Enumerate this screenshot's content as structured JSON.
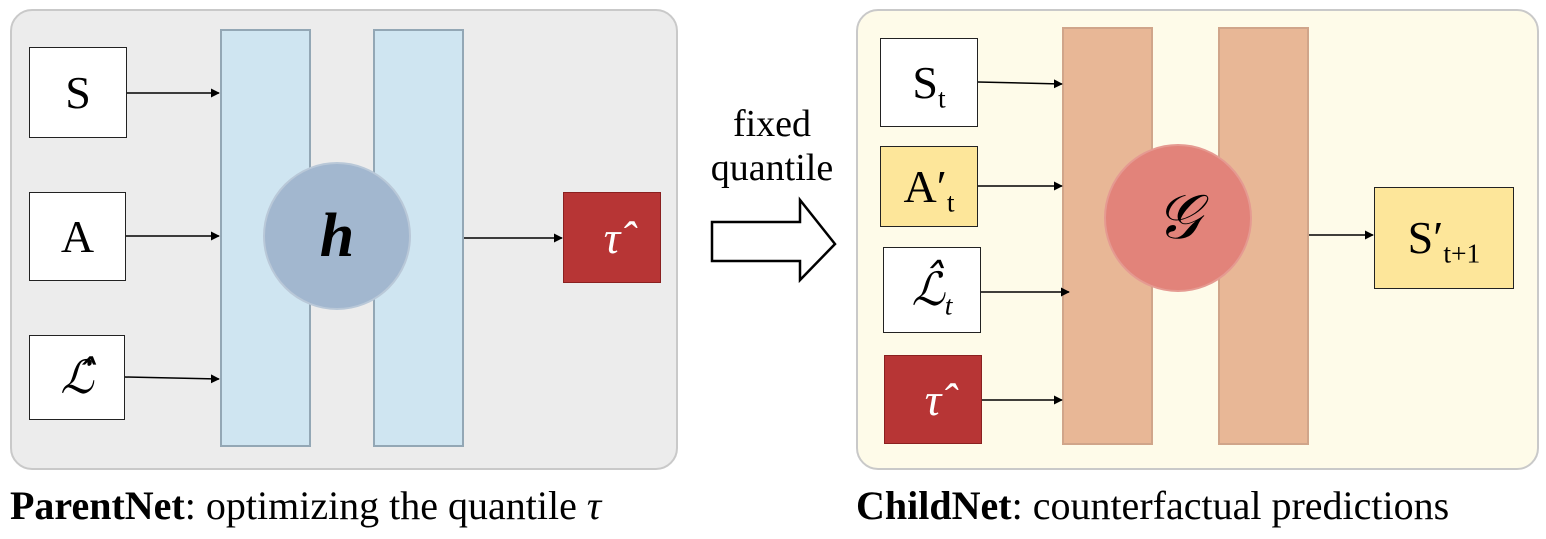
{
  "parent": {
    "inputs": {
      "s": "S",
      "a": "A",
      "l_hat": "ℒ̂"
    },
    "network_symbol": "h",
    "output": "τ̂",
    "caption_bold": "ParentNet",
    "caption_rest": ": optimizing the quantile ",
    "caption_symbol": "τ"
  },
  "transfer": {
    "line1": "fixed",
    "line2": "quantile"
  },
  "child": {
    "inputs": {
      "s_t_base": "S",
      "s_t_sub": "t",
      "a_t_base": "A′",
      "a_t_sub": "t",
      "l_t_base": "ℒ̂",
      "l_t_sub": "t",
      "tau": "τ̂"
    },
    "network_symbol": "𝒢",
    "output_base": "S′",
    "output_sub": "t+1",
    "caption_bold": "ChildNet",
    "caption_rest": ": counterfactual predictions"
  },
  "colors": {
    "parent_bg": "#ececec",
    "child_bg": "#fefbe9",
    "blue_layer": "#cfe5f1",
    "salmon_layer": "#e8b796",
    "h_node": "#a2b7cf",
    "g_node": "#e2837a",
    "tau_box": "#b73535",
    "yellow_box": "#fde69a"
  }
}
